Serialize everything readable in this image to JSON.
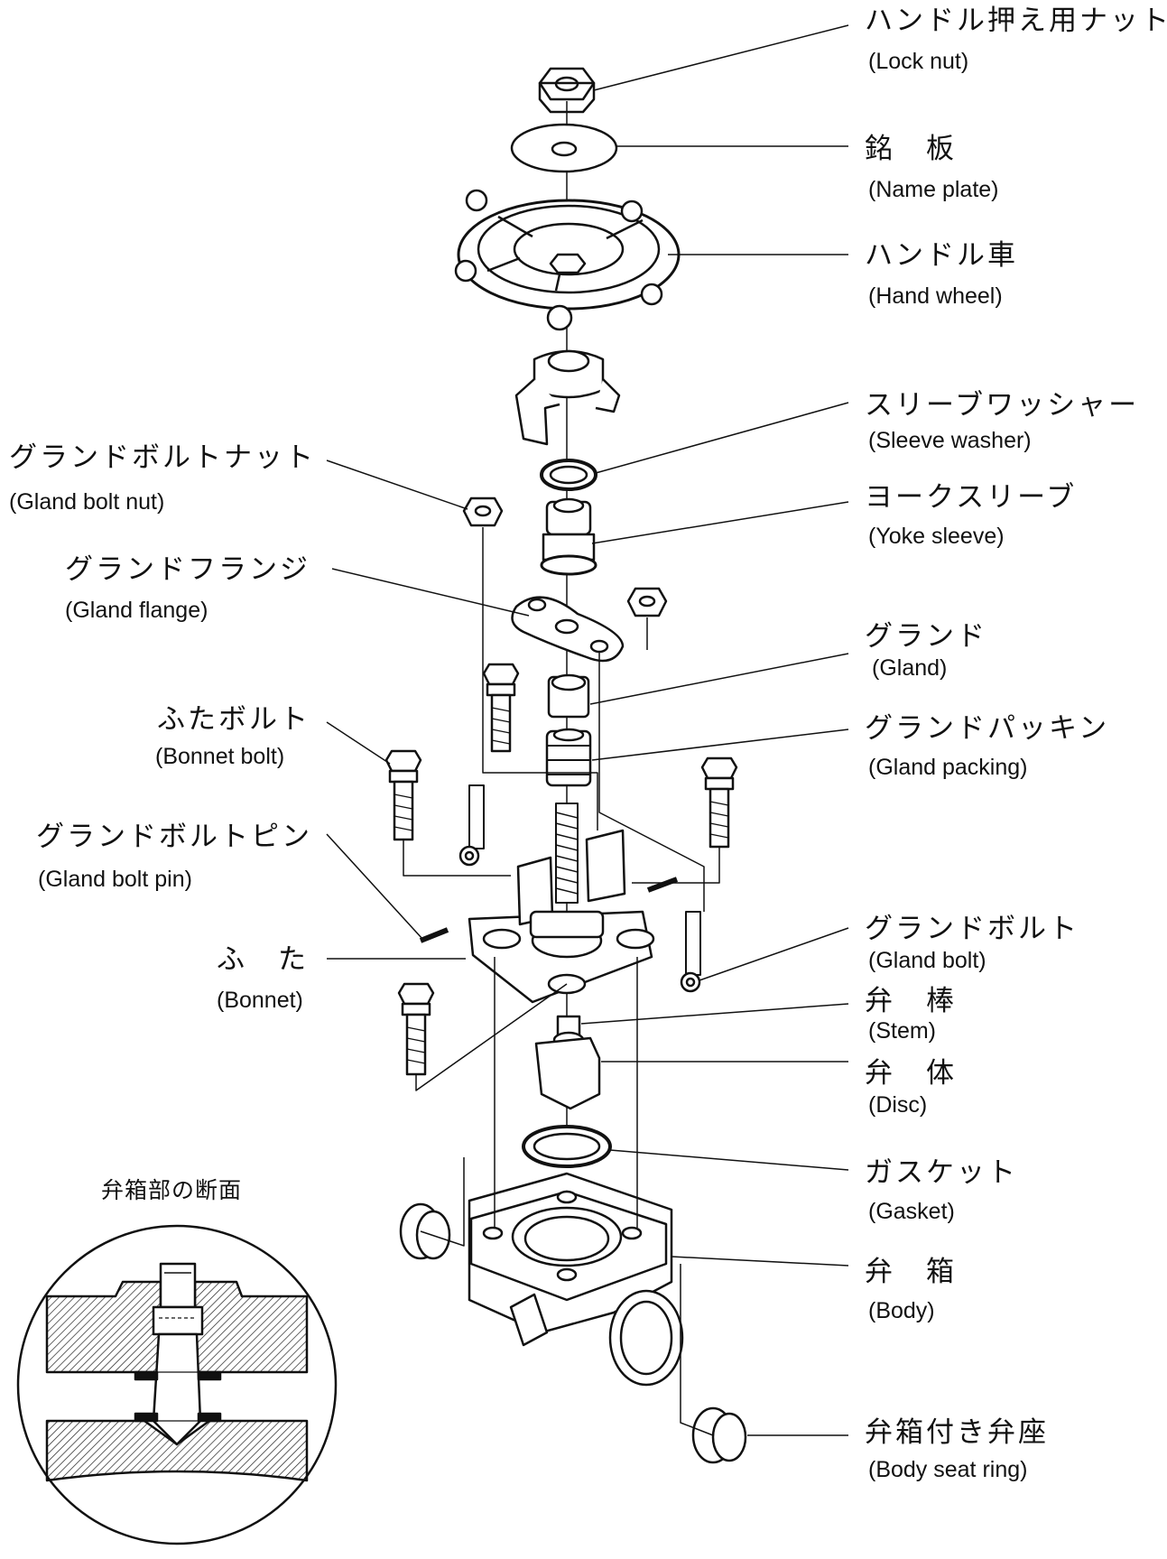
{
  "labels": {
    "lock_nut": {
      "jp": "ハンドル押え用ナット",
      "en": "(Lock nut)"
    },
    "name_plate": {
      "jp": "銘　板",
      "en": "(Name plate)"
    },
    "hand_wheel": {
      "jp": "ハンドル車",
      "en": "(Hand wheel)"
    },
    "sleeve_washer": {
      "jp": "スリーブワッシャー",
      "en": "(Sleeve washer)"
    },
    "yoke_sleeve": {
      "jp": "ヨークスリーブ",
      "en": "(Yoke sleeve)"
    },
    "gland": {
      "jp": "グランド",
      "en": "(Gland)"
    },
    "gland_packing": {
      "jp": "グランドパッキン",
      "en": "(Gland packing)"
    },
    "gland_bolt": {
      "jp": "グランドボルト",
      "en": "(Gland bolt)"
    },
    "stem": {
      "jp": "弁　棒",
      "en": "(Stem)"
    },
    "disc": {
      "jp": "弁　体",
      "en": "(Disc)"
    },
    "gasket": {
      "jp": "ガスケット",
      "en": "(Gasket)"
    },
    "body": {
      "jp": "弁　箱",
      "en": "(Body)"
    },
    "body_seat_ring": {
      "jp": "弁箱付き弁座",
      "en": "(Body seat ring)"
    },
    "gland_bolt_nut": {
      "jp": "グランドボルトナット",
      "en": "(Gland bolt nut)"
    },
    "gland_flange": {
      "jp": "グランドフランジ",
      "en": "(Gland flange)"
    },
    "bonnet_bolt": {
      "jp": "ふたボルト",
      "en": "(Bonnet bolt)"
    },
    "gland_bolt_pin": {
      "jp": "グランドボルトピン",
      "en": "(Gland bolt pin)"
    },
    "bonnet": {
      "jp": "ふ　た",
      "en": "(Bonnet)"
    }
  },
  "section_title": "弁箱部の断面"
}
